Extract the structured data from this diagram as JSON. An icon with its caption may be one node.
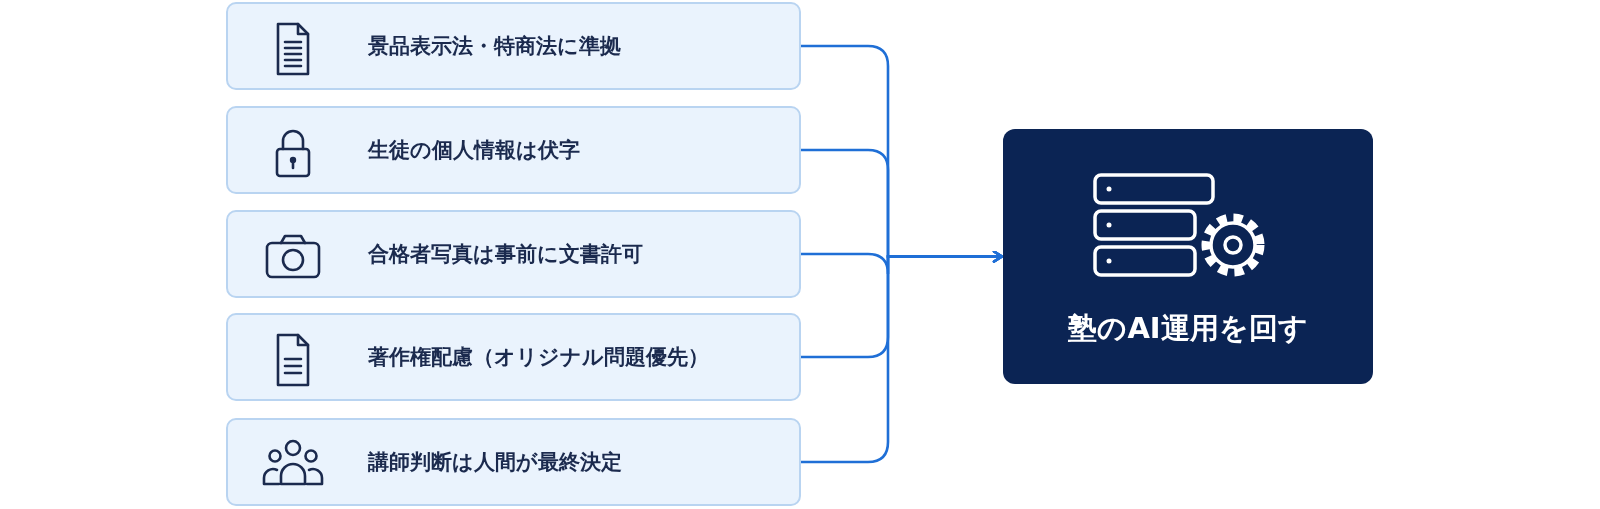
{
  "diagram": {
    "nodes": [
      {
        "text": [
          "景品表示法・特商法に準拠"
        ]
      },
      {
        "text": [
          "生徒の個人情報は伏字"
        ]
      },
      {
        "text": [
          "合格者写真は事前に文書許可"
        ]
      },
      {
        "text": [
          "著作権配慮（オリジナル問題優先）"
        ]
      },
      {
        "text": [
          "講師判断は人間が最終決定"
        ]
      },
      {
        "text": [
          "塾のAI運用を回す"
        ]
      }
    ],
    "edges": [
      {
        "from": 0,
        "to": 5,
        "arrow": "to"
      },
      {
        "from": 1,
        "to": 5,
        "arrow": "to"
      },
      {
        "from": 2,
        "to": 5,
        "arrow": "to"
      },
      {
        "from": 3,
        "to": 5,
        "arrow": "to"
      },
      {
        "from": 4,
        "to": 5,
        "arrow": "to"
      }
    ]
  }
}
